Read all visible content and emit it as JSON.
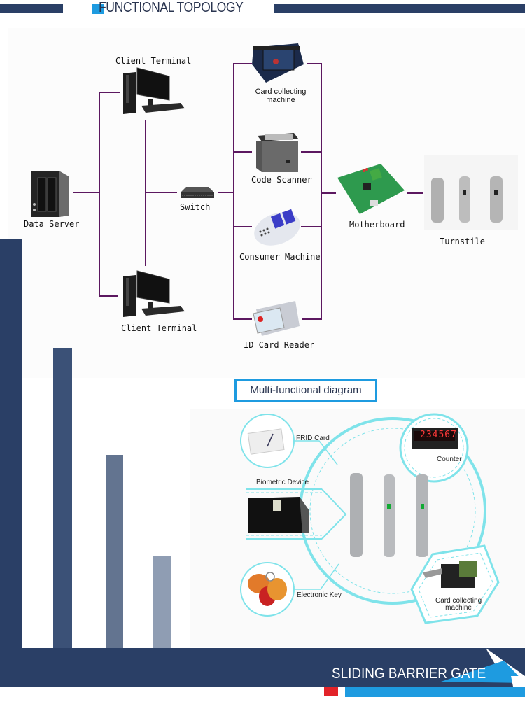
{
  "header": {
    "title": "FUNCTIONAL TOPOLOGY"
  },
  "topology": {
    "nodes": {
      "data_server": "Data Server",
      "client_terminal_top": "Client Terminal",
      "client_terminal_bottom": "Client Terminal",
      "switch": "Switch",
      "card_collecting_machine": "Card collecting machine",
      "code_scanner": "Code Scanner",
      "consumer_machine": "Consumer Machine",
      "id_card_reader": "ID Card Reader",
      "motherboard": "Motherboard",
      "turnstile": "Turnstile"
    },
    "line_color": "#5c1860"
  },
  "multi_functional": {
    "title": "Multi-functional diagram",
    "items": {
      "frid_card": "FRID Card",
      "biometric_device": "Biometric Device",
      "electronic_key": "Electronic Key",
      "counter": "Counter",
      "counter_display": "234567",
      "card_collecting_machine_line1": "Card collecting",
      "card_collecting_machine_line2": "machine"
    },
    "accent_color": "#7fe3ea"
  },
  "footer": {
    "title": "SLIDING BARRIER GATE"
  },
  "colors": {
    "navy": "#2a3f66",
    "blue": "#1e9be0",
    "red": "#e22329"
  }
}
